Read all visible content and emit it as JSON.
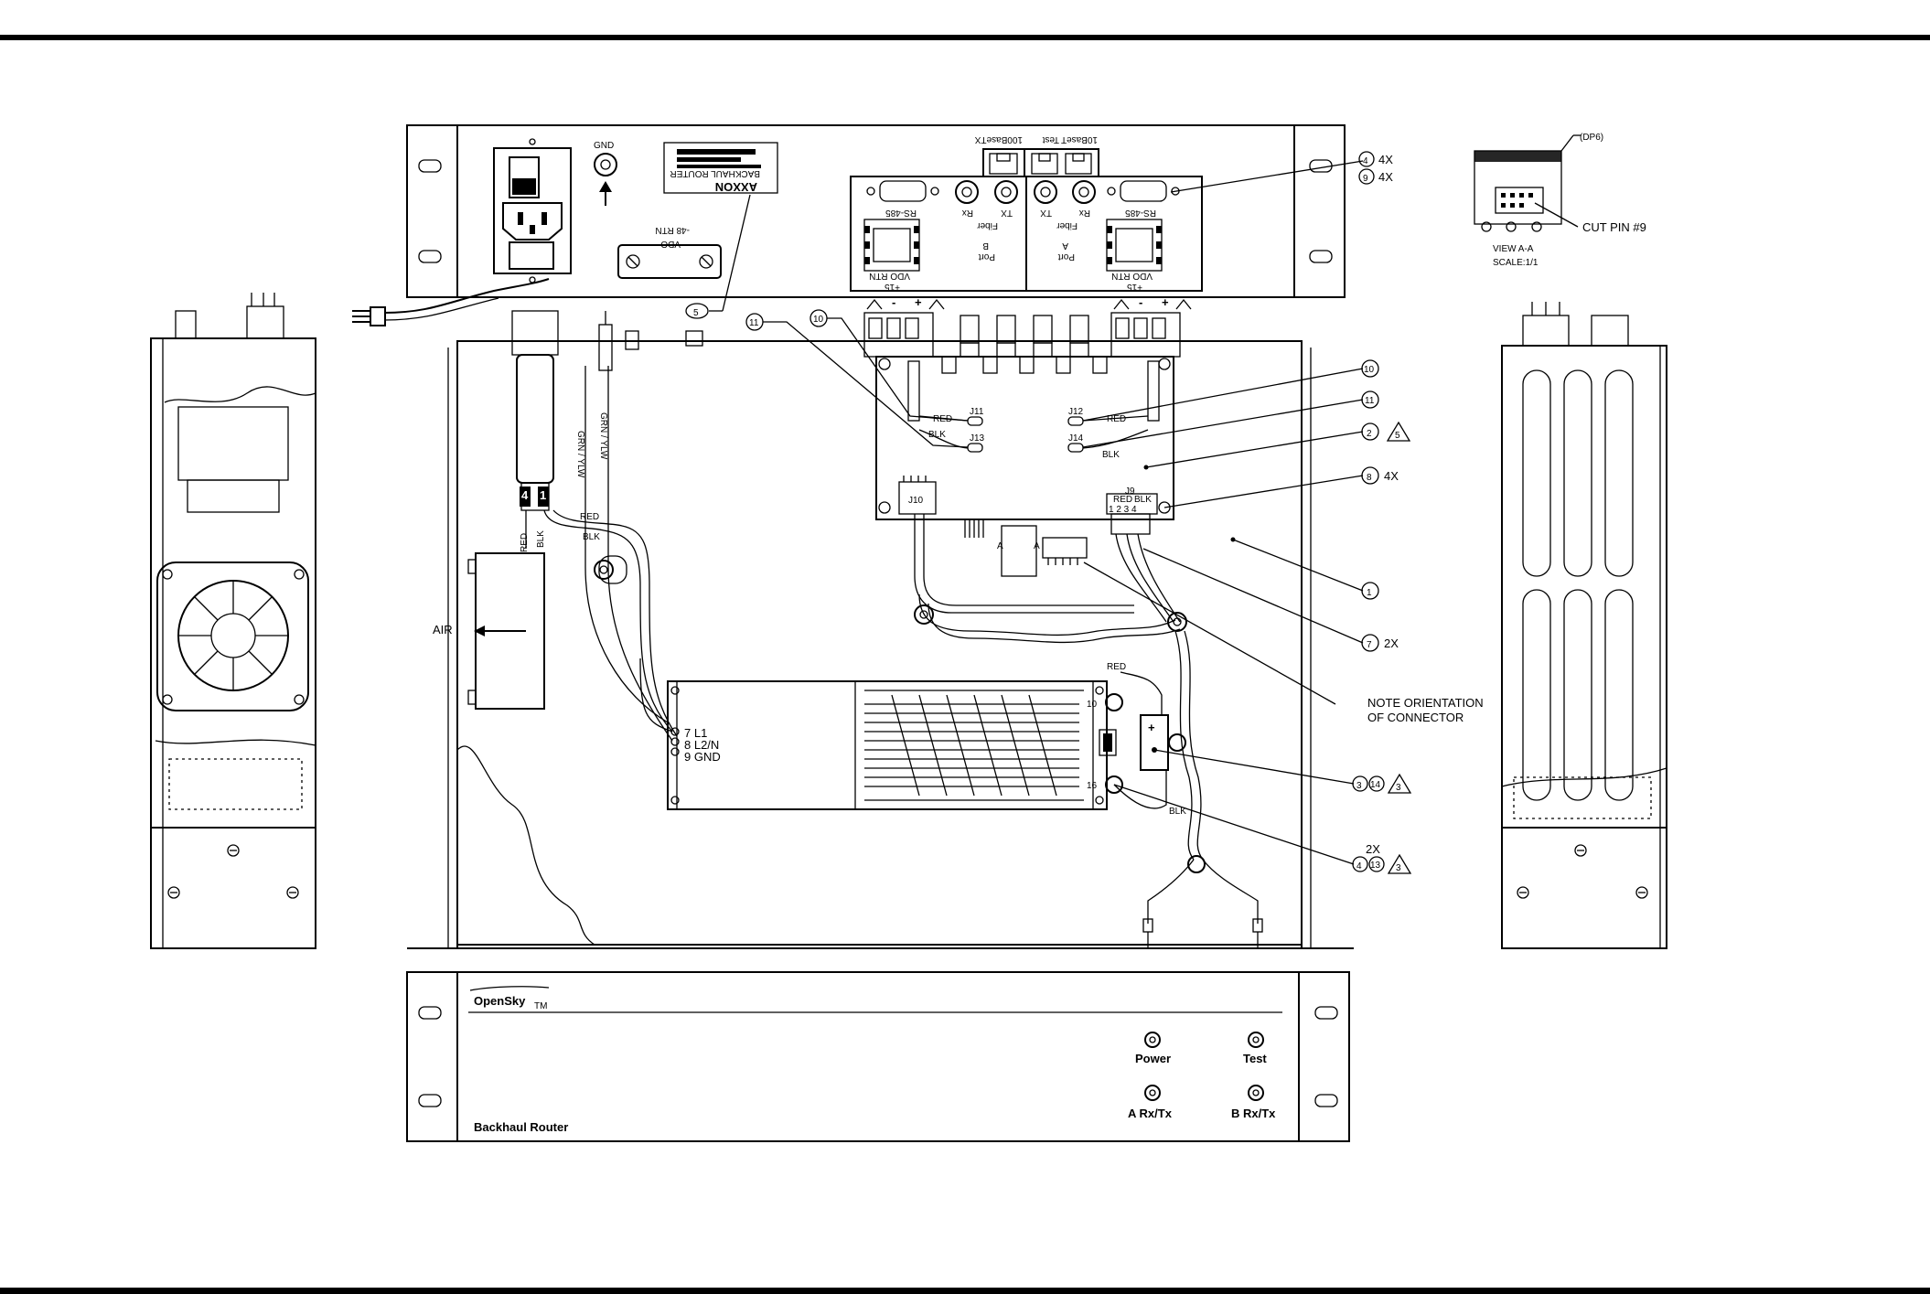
{
  "rear_panel": {
    "gnd": "GND",
    "vdo_48": "-48 RTN",
    "vdo": "VDO",
    "ethernet_100": "100BaseTX",
    "ethernet_10": "10BaseT",
    "test": "Test",
    "port_b": {
      "port": "Port",
      "letter": "B",
      "fiber": "Fiber",
      "tx": "TX",
      "rx": "Rx",
      "rs485": "RS-485",
      "v15": "+15",
      "vdo_rtn": "VDO RTN"
    },
    "port_a": {
      "port": "Port",
      "letter": "A",
      "fiber": "Fiber",
      "tx": "TX",
      "rx": "Rx",
      "rs485": "RS-485",
      "v15": "+15",
      "vdo_rtn": "VDO RTN"
    },
    "label_brand": "AXXON",
    "label_product": "BACKHAUL ROUTER"
  },
  "callouts": {
    "c4": "4",
    "c4x_a": "4X",
    "c9": "9",
    "c4x_b": "4X",
    "c5": "5",
    "c11_top": "11",
    "c10_top": "10",
    "c10": "10",
    "c11": "11",
    "c2": "2",
    "tri5": "5",
    "c8": "8",
    "c4x_c": "4X",
    "c1": "1",
    "c7": "7",
    "c2x_a": "2X",
    "note1": "NOTE ORIENTATION",
    "note2": "OF CONNECTOR",
    "c3": "3",
    "c14": "14",
    "tri3a": "3",
    "c2x_b": "2X",
    "c4b": "4",
    "c13": "13",
    "tri3b": "3"
  },
  "view_aa": {
    "dp6": "(DP6)",
    "cut": "CUT PIN #9",
    "title": "VIEW A-A",
    "scale": "SCALE:1/1"
  },
  "internal": {
    "j11": "J11",
    "j12": "J12",
    "j13": "J13",
    "j14": "J14",
    "j9": "J9",
    "j10": "J10",
    "red1": "RED",
    "red2": "RED",
    "red3": "RED",
    "red4": "RED",
    "red5": "RED",
    "red6": "RED",
    "blk1": "BLK",
    "blk2": "BLK",
    "blk3": "BLK",
    "blk4": "BLK",
    "blk5": "BLK",
    "blk6": "BLK",
    "grn1": "GRN / YLW",
    "grn2": "GRN / YLW",
    "air": "AIR",
    "pin4": "4",
    "pin1": "1",
    "j9pins": "1 2 3 4",
    "l1": "7  L1",
    "l2": "8  L2/N",
    "gnd9": "9  GND",
    "ps10": "10",
    "ps16": "16",
    "a1": "A",
    "a2": "A",
    "plus": "+",
    "minus": "-"
  },
  "front_panel": {
    "brand": "OpenSky",
    "tm": "TM",
    "power": "Power",
    "test": "Test",
    "arxtx": "A  Rx/Tx",
    "brxtx": "B  Rx/Tx",
    "product": "Backhaul Router"
  }
}
